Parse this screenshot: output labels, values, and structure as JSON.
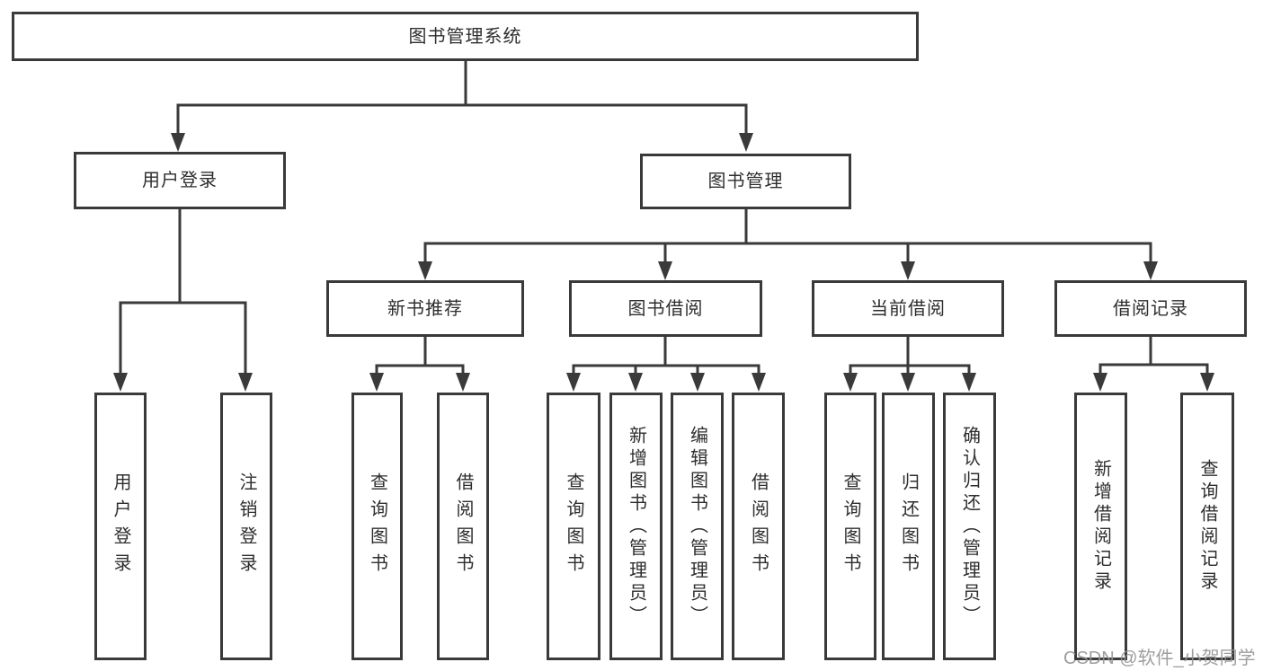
{
  "diagram": {
    "title": "图书管理系统",
    "type": "hierarchy-tree",
    "levels": 3
  },
  "nodes": {
    "root": {
      "label": "图书管理系统"
    },
    "user-login": {
      "label": "用户登录"
    },
    "book-mgmt": {
      "label": "图书管理"
    },
    "new-book-rec": {
      "label": "新书推荐"
    },
    "book-borrow": {
      "label": "图书借阅"
    },
    "current-borrow": {
      "label": "当前借阅"
    },
    "borrow-records": {
      "label": "借阅记录"
    },
    "leaf-user-login": {
      "label": "用户登录"
    },
    "leaf-logout": {
      "label": "注销登录"
    },
    "leaf-nbr-query": {
      "label": "查询图书"
    },
    "leaf-nbr-borrow": {
      "label": "借阅图书"
    },
    "leaf-bb-query": {
      "label": "查询图书"
    },
    "leaf-bb-add": {
      "label": "新增图书（管理员）"
    },
    "leaf-bb-edit": {
      "label": "编辑图书（管理员）"
    },
    "leaf-bb-borrow": {
      "label": "借阅图书"
    },
    "leaf-cb-query": {
      "label": "查询图书"
    },
    "leaf-cb-return": {
      "label": "归还图书"
    },
    "leaf-cb-confirm": {
      "label": "确认归还（管理员）"
    },
    "leaf-br-add": {
      "label": "新增借阅记录"
    },
    "leaf-br-query": {
      "label": "查询借阅记录"
    }
  },
  "edges": [
    [
      "root",
      "user-login"
    ],
    [
      "root",
      "book-mgmt"
    ],
    [
      "user-login",
      "leaf-user-login"
    ],
    [
      "user-login",
      "leaf-logout"
    ],
    [
      "book-mgmt",
      "new-book-rec"
    ],
    [
      "book-mgmt",
      "book-borrow"
    ],
    [
      "book-mgmt",
      "current-borrow"
    ],
    [
      "book-mgmt",
      "borrow-records"
    ],
    [
      "new-book-rec",
      "leaf-nbr-query"
    ],
    [
      "new-book-rec",
      "leaf-nbr-borrow"
    ],
    [
      "book-borrow",
      "leaf-bb-query"
    ],
    [
      "book-borrow",
      "leaf-bb-add"
    ],
    [
      "book-borrow",
      "leaf-bb-edit"
    ],
    [
      "book-borrow",
      "leaf-bb-borrow"
    ],
    [
      "current-borrow",
      "leaf-cb-query"
    ],
    [
      "current-borrow",
      "leaf-cb-return"
    ],
    [
      "current-borrow",
      "leaf-cb-confirm"
    ],
    [
      "borrow-records",
      "leaf-br-add"
    ],
    [
      "borrow-records",
      "leaf-br-query"
    ]
  ],
  "watermark": {
    "text": "CSDN @软件_小贺同学"
  },
  "colors": {
    "line": "#3a3a3a",
    "text": "#2e2e2e",
    "background": "#ffffff",
    "watermark": "#949494"
  }
}
